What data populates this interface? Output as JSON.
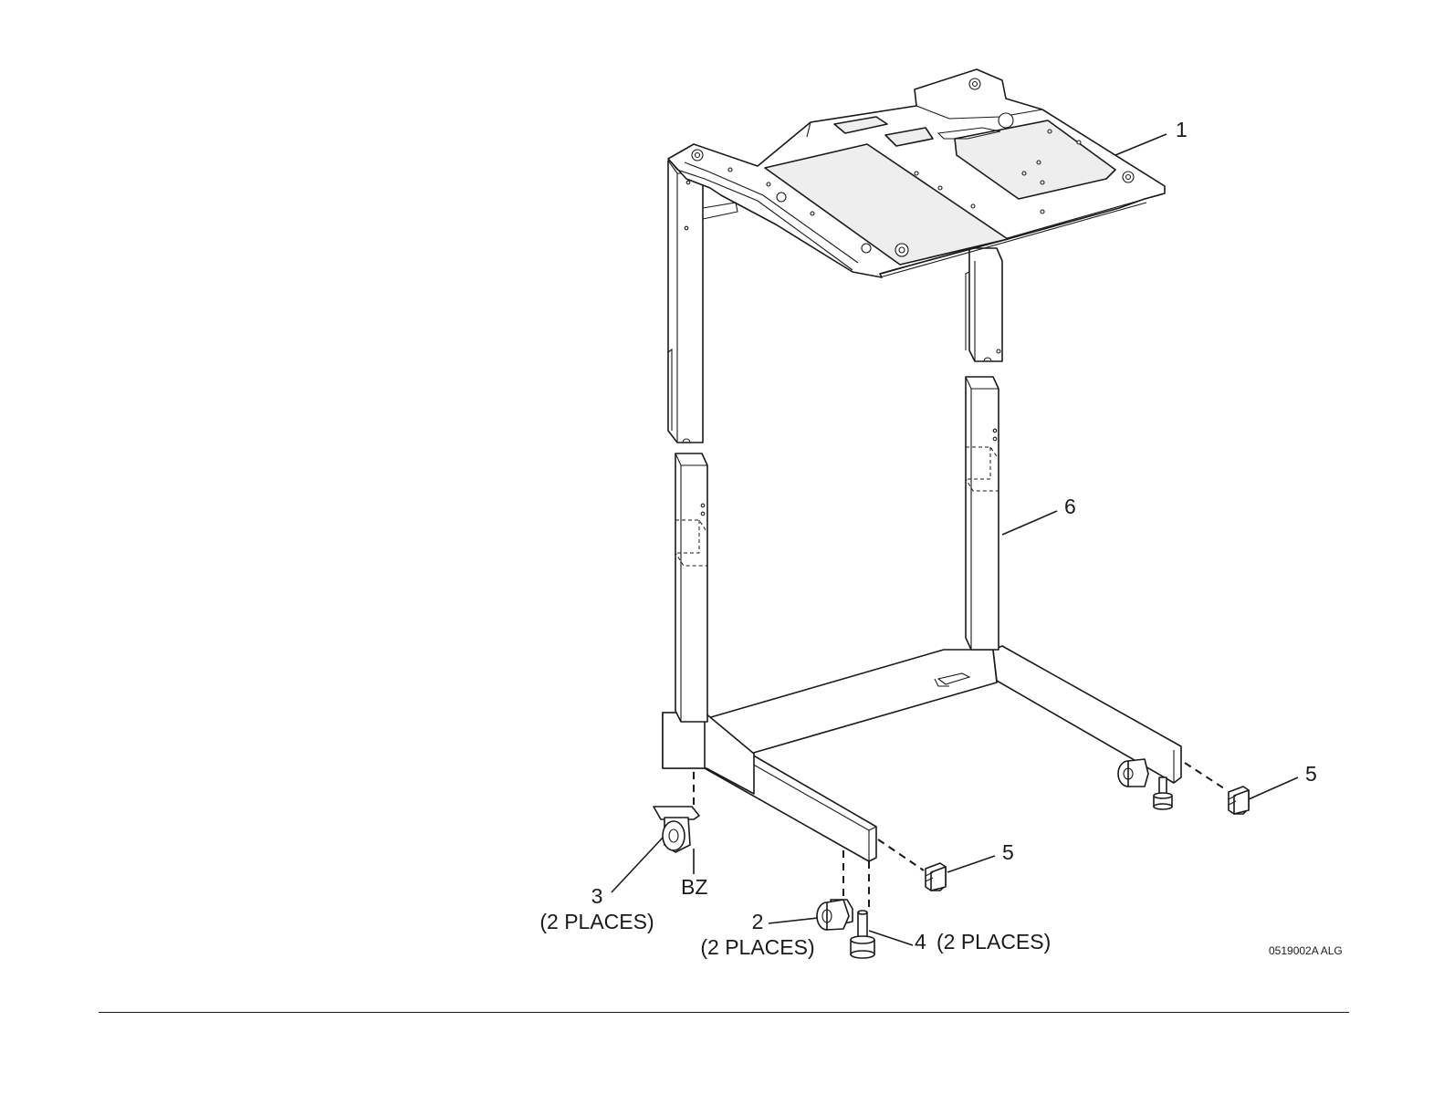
{
  "callouts": {
    "c1": {
      "number": "1"
    },
    "c6": {
      "number": "6"
    },
    "c5_right": {
      "number": "5"
    },
    "c5_left": {
      "number": "5"
    },
    "c3": {
      "number": "3",
      "qualifier": "(2 PLACES)"
    },
    "c2": {
      "number": "2",
      "qualifier": "(2 PLACES)"
    },
    "c4": {
      "number": "4",
      "qualifier": "(2 PLACES)"
    },
    "bz": {
      "text": "BZ"
    }
  },
  "figure_id": "0519002A ALG"
}
